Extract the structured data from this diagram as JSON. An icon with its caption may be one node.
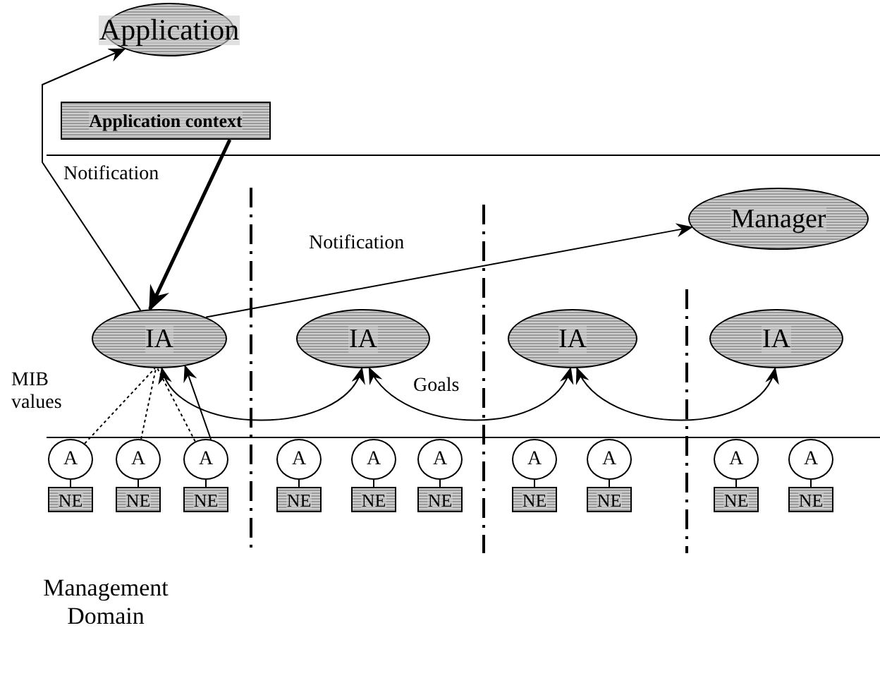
{
  "diagram": {
    "nodes": [
      {
        "text": [
          "Application"
        ]
      },
      {
        "text": [
          "Application context"
        ]
      },
      {
        "text": [
          "Manager"
        ]
      },
      {
        "text": [
          "IA"
        ]
      },
      {
        "text": [
          "IA"
        ]
      },
      {
        "text": [
          "IA"
        ]
      },
      {
        "text": [
          "IA"
        ]
      },
      {
        "text": [
          "A"
        ]
      },
      {
        "text": [
          "A"
        ]
      },
      {
        "text": [
          "A"
        ]
      },
      {
        "text": [
          "A"
        ]
      },
      {
        "text": [
          "A"
        ]
      },
      {
        "text": [
          "A"
        ]
      },
      {
        "text": [
          "A"
        ]
      },
      {
        "text": [
          "A"
        ]
      },
      {
        "text": [
          "A"
        ]
      },
      {
        "text": [
          "A"
        ]
      },
      {
        "text": [
          "NE"
        ]
      },
      {
        "text": [
          "NE"
        ]
      },
      {
        "text": [
          "NE"
        ]
      },
      {
        "text": [
          "NE"
        ]
      },
      {
        "text": [
          "NE"
        ]
      },
      {
        "text": [
          "NE"
        ]
      },
      {
        "text": [
          "NE"
        ]
      },
      {
        "text": [
          "NE"
        ]
      },
      {
        "text": [
          "NE"
        ]
      },
      {
        "text": [
          "NE"
        ]
      }
    ],
    "edges": [
      {
        "from": 3,
        "to": 0,
        "arrow": "to",
        "label": "Notification"
      },
      {
        "from": 1,
        "to": 3,
        "arrow": "to",
        "style": "thick"
      },
      {
        "from": 3,
        "to": 2,
        "arrow": "to",
        "label": "Notification"
      },
      {
        "from": 3,
        "to": 4,
        "arrow": "both"
      },
      {
        "from": 4,
        "to": 5,
        "arrow": "both",
        "label": "Goals"
      },
      {
        "from": 5,
        "to": 6,
        "arrow": "both"
      },
      {
        "from": 7,
        "to": 3,
        "arrow": "none",
        "style": "dashed"
      },
      {
        "from": 8,
        "to": 3,
        "arrow": "none",
        "style": "dashed"
      },
      {
        "from": 9,
        "to": 3,
        "arrow": "none",
        "style": "dashed"
      },
      {
        "from": 9,
        "to": 3,
        "arrow": "to"
      },
      {
        "from": 7,
        "to": 17,
        "arrow": "none"
      },
      {
        "from": 8,
        "to": 18,
        "arrow": "none"
      },
      {
        "from": 9,
        "to": 19,
        "arrow": "none"
      },
      {
        "from": 10,
        "to": 20,
        "arrow": "none"
      },
      {
        "from": 11,
        "to": 21,
        "arrow": "none"
      },
      {
        "from": 12,
        "to": 22,
        "arrow": "none"
      },
      {
        "from": 13,
        "to": 23,
        "arrow": "none"
      },
      {
        "from": 14,
        "to": 24,
        "arrow": "none"
      },
      {
        "from": 15,
        "to": 25,
        "arrow": "none"
      },
      {
        "from": 16,
        "to": 26,
        "arrow": "none"
      }
    ],
    "labels": [
      "MIB values",
      "Management Domain"
    ]
  }
}
